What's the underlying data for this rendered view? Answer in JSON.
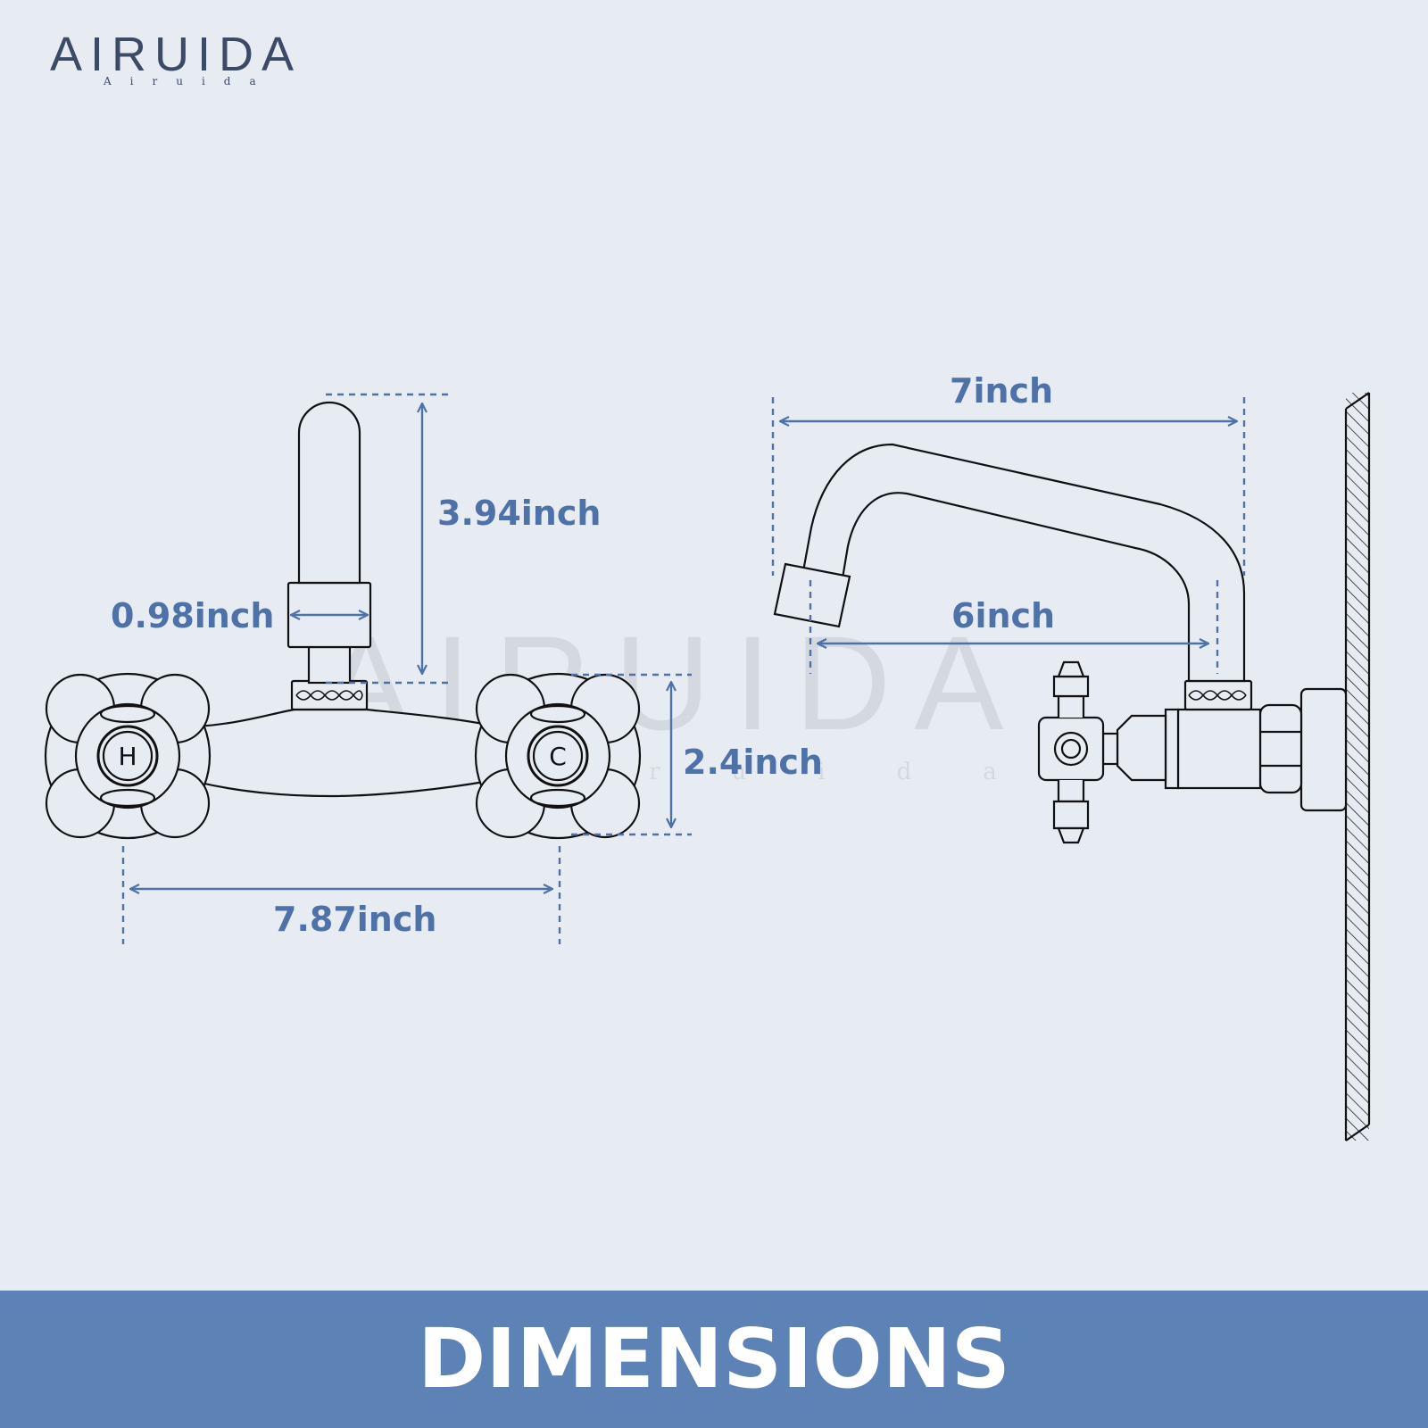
{
  "brand": {
    "name": "AIRUIDA",
    "tagline": "Airuida"
  },
  "watermark": {
    "name": "AIRUIDA",
    "tagline": "Airuida"
  },
  "dimensions": {
    "spout_height": "3.94inch",
    "spout_diameter": "0.98inch",
    "handle_spacing": "7.87inch",
    "handle_height": "2.4inch",
    "spout_reach_total": "7inch",
    "spout_reach_inner": "6inch"
  },
  "knobs": {
    "hot": "H",
    "cold": "C"
  },
  "banner": {
    "title": "DIMENSIONS"
  },
  "colors": {
    "background": "#e7ecf3",
    "accent": "#4e72a8",
    "banner": "#5d82b5",
    "line": "#111111"
  }
}
